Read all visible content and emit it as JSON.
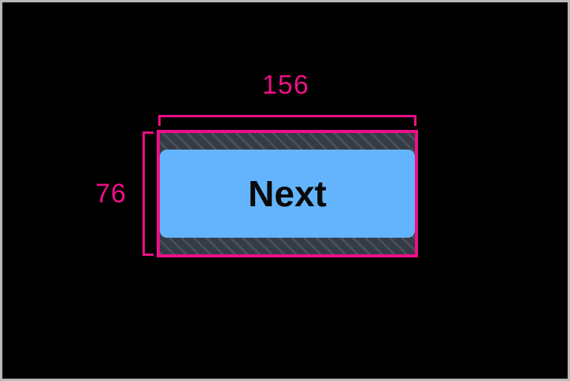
{
  "overlay": {
    "canvas_background": "#000000",
    "frame_border_color": "#b9b9b9",
    "annotation_color": "#ec0f87"
  },
  "measurements": {
    "width_label": "156",
    "height_label": "76",
    "width_value": 156,
    "height_value": 76,
    "unit": "px"
  },
  "element": {
    "type": "button",
    "label": "Next",
    "content_color": "#63b4fd",
    "padding_color": "#343b45",
    "text_color": "#0a0a0a",
    "outline_color": "#ec0f87"
  }
}
